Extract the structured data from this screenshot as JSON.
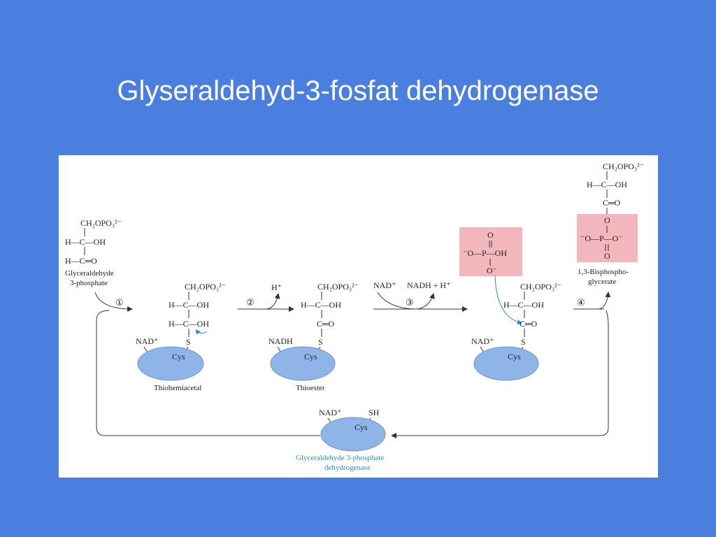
{
  "slide": {
    "title": "Glyseraldehyd-3-fosfat dehydrogenase"
  },
  "colors": {
    "background": "#4a7fe0",
    "panel": "#ffffff",
    "enzyme": "#8fb4e8",
    "phosphate_box": "#f4b6bd",
    "enzyme_label": "#2a8cc8"
  },
  "substrate": {
    "line1": "CH₂OPO₃²⁻",
    "line2": "H—C—OH",
    "line3": "H—C═O",
    "name1": "Glyceraldehyde",
    "name2": "3-phosphate"
  },
  "steps": [
    "①",
    "②",
    "③",
    "④"
  ],
  "intermediate1": {
    "line1": "CH₂OPO₃²⁻",
    "line2": "H—C—OH",
    "line3": "H—C—OH",
    "sulfur": "S",
    "cofactor": "NAD⁺",
    "enzyme": "Cys",
    "name": "Thiohemiacetal"
  },
  "step2_product": "H⁺",
  "intermediate2": {
    "line1": "CH₂OPO₃²⁻",
    "line2": "H—C—OH",
    "line3": "C═O",
    "sulfur": "S",
    "cofactor": "NADH",
    "enzyme": "Cys",
    "name": "Thioester"
  },
  "step3": {
    "in": "NAD⁺",
    "out": "NADH + H⁺"
  },
  "phosphate": {
    "top": "O",
    "mid": "⁻O—P—OH",
    "bottom": "O⁻"
  },
  "intermediate3": {
    "line1": "CH₂OPO₃²⁻",
    "line2": "H—C—OH",
    "line3": "C═O",
    "sulfur": "S",
    "cofactor": "NAD⁺",
    "enzyme": "Cys"
  },
  "product": {
    "line1": "CH₂OPO₃²⁻",
    "line2": "H—C—OH",
    "line3": "C═O",
    "o1": "O",
    "mid": "⁻O—P—O⁻",
    "o2": "O",
    "name1": "1,3-Bisphospho-",
    "name2": "glycerate"
  },
  "free_enzyme": {
    "cofactor": "NAD⁺",
    "thiol": "SH",
    "enzyme": "Cys",
    "name1": "Glyceraldehyde 3-phosphate",
    "name2": "dehydrogenase"
  }
}
